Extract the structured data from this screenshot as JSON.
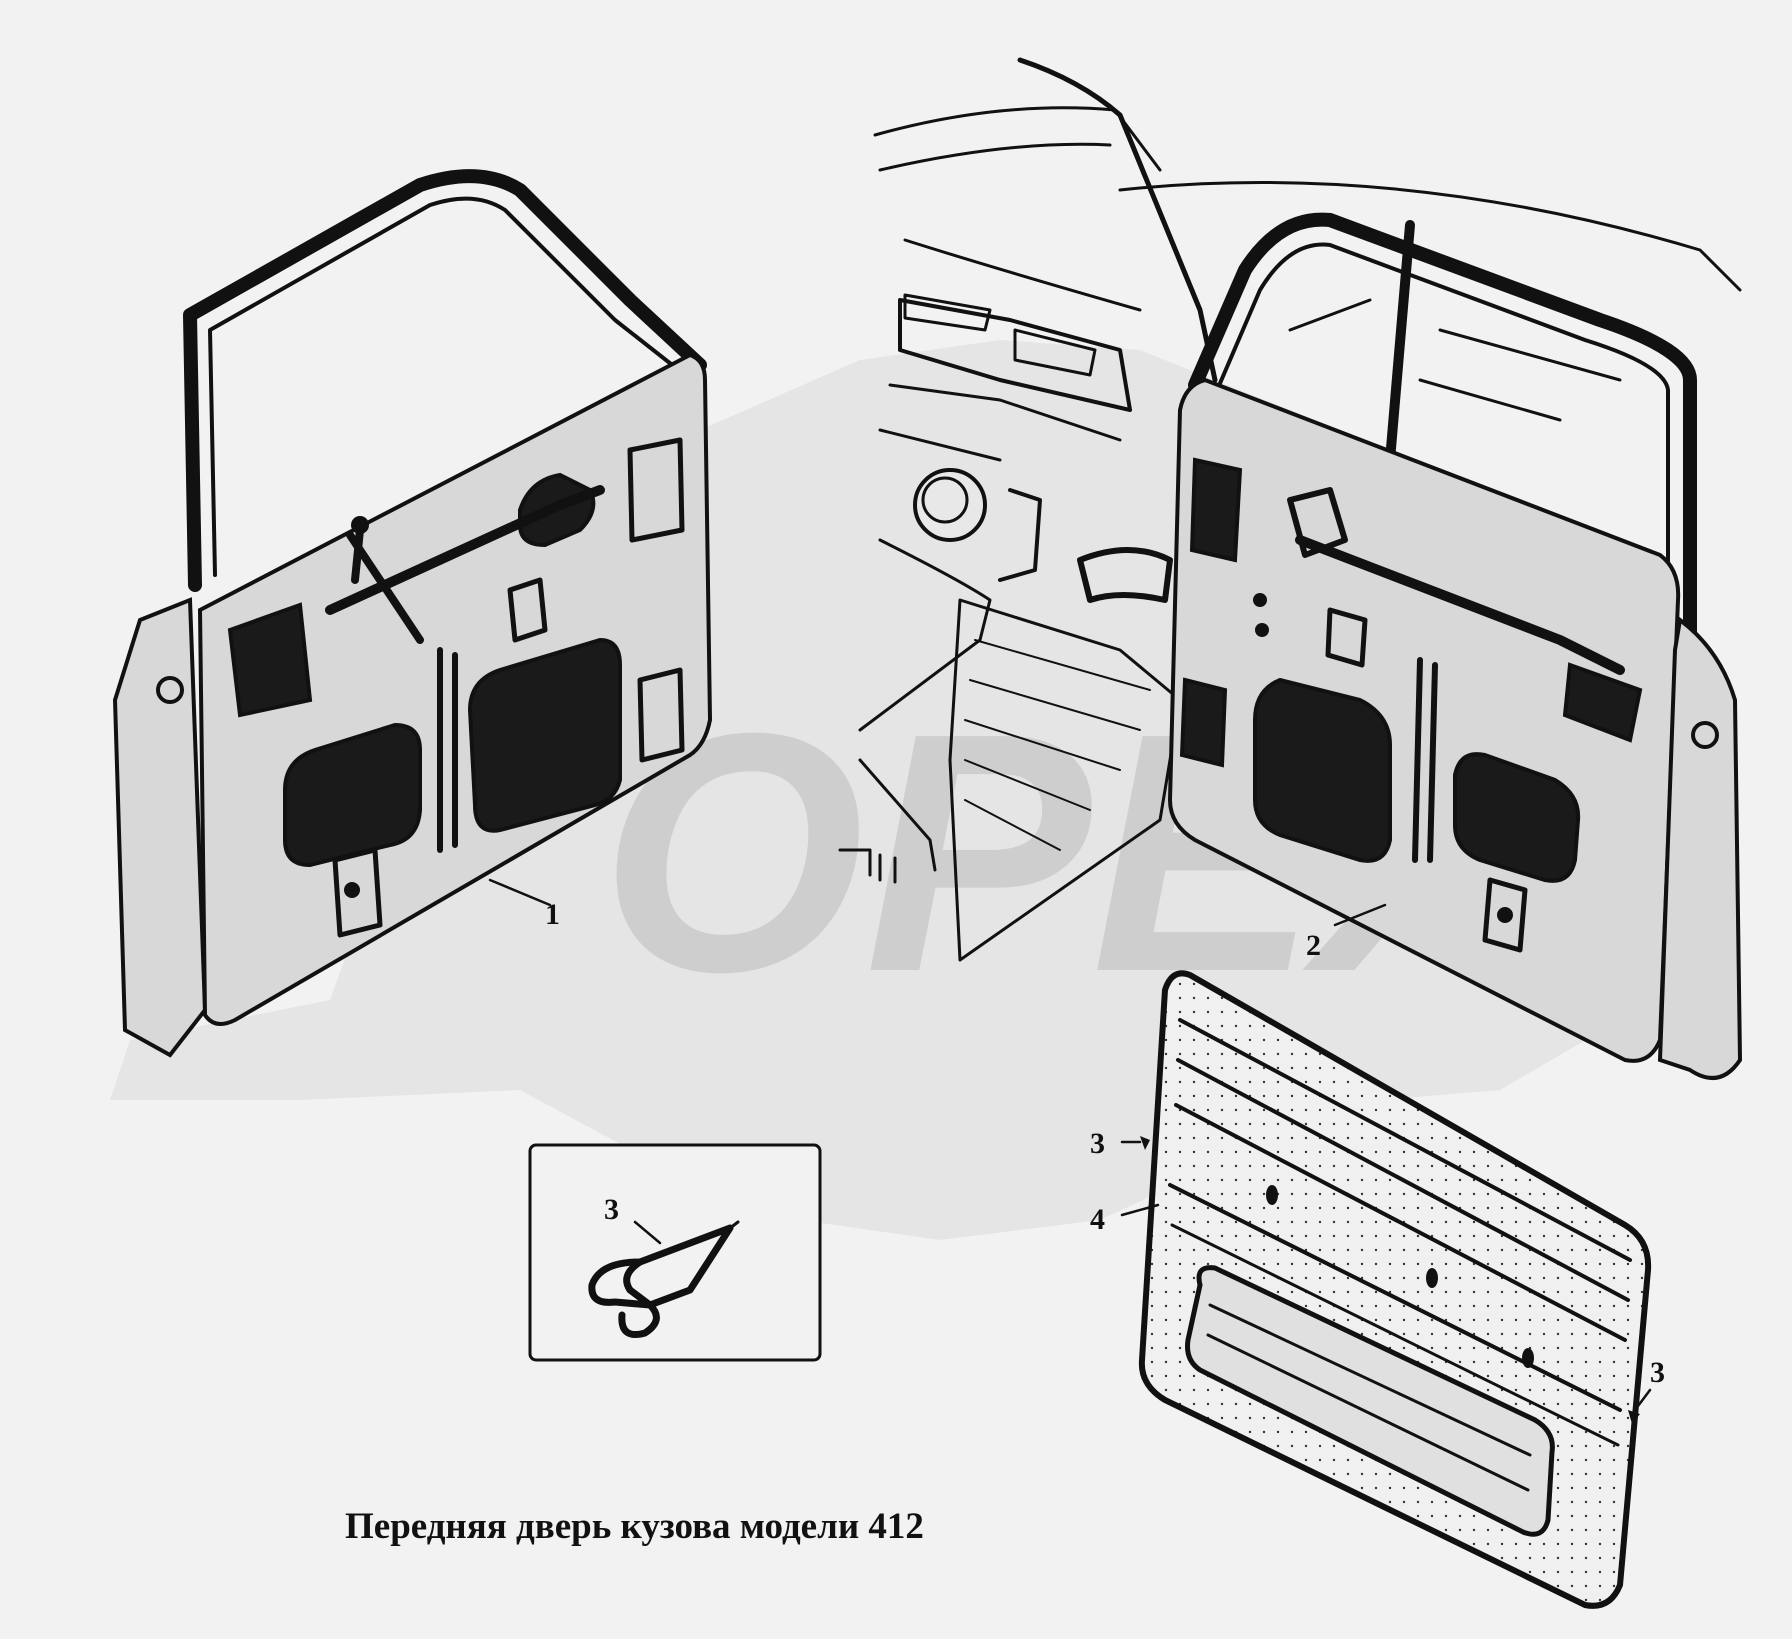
{
  "caption": "Передняя дверь кузова модели 412",
  "watermark": {
    "text": "OPEX"
  },
  "callouts": {
    "front_door_left": "1",
    "front_door_right": "2",
    "clip_inset": "3",
    "clip_upper": "3",
    "clip_lower": "3",
    "trim_panel": "4"
  },
  "colors": {
    "background": "#f2f2f2",
    "ink": "#111111",
    "watermark": "#bcbcbc"
  }
}
